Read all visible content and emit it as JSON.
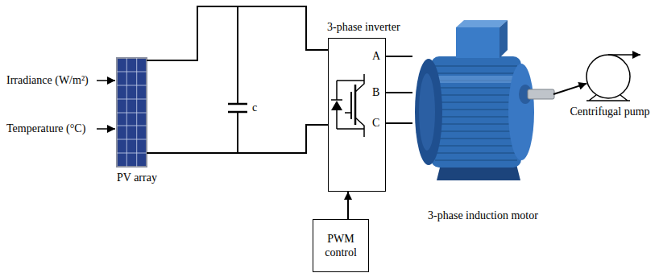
{
  "diagram": {
    "nodes": [
      {
        "text": [
          "PV array"
        ]
      },
      {
        "text": [
          "3-phase inverter"
        ]
      },
      {
        "text": [
          "3-phase induction motor"
        ]
      },
      {
        "text": [
          "Centrifugal pump"
        ]
      },
      {
        "text": [
          "PWM control"
        ]
      }
    ],
    "edges": [
      {
        "from": 0,
        "to": 1,
        "arrow": "none"
      },
      {
        "from": 0,
        "to": 1,
        "arrow": "none"
      },
      {
        "from": 1,
        "to": 2,
        "arrow": "none"
      },
      {
        "from": 1,
        "to": 2,
        "arrow": "none"
      },
      {
        "from": 1,
        "to": 2,
        "arrow": "none"
      },
      {
        "from": 2,
        "to": 3,
        "arrow": "to"
      },
      {
        "from": 4,
        "to": 1,
        "arrow": "to"
      }
    ],
    "labels": [
      "Irradiance (W/m²)",
      "Temperature (°C)",
      "c",
      "A",
      "B",
      "C"
    ]
  }
}
